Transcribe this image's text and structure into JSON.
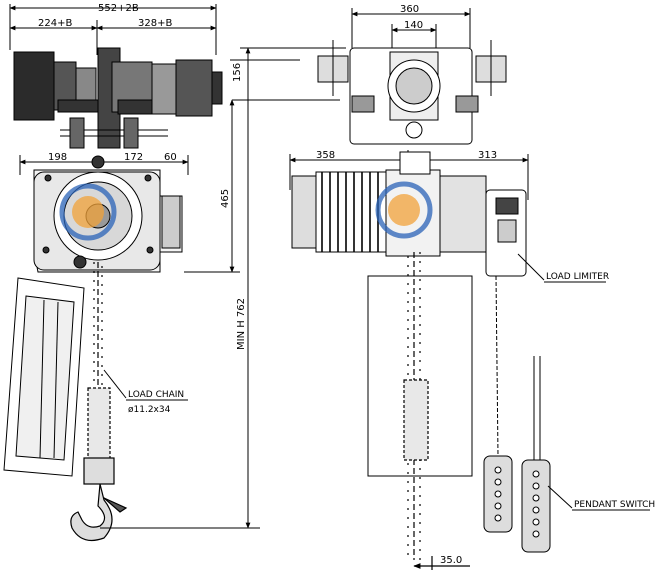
{
  "dimensions": {
    "overall_width": "552+2B",
    "left_width": "224+B",
    "right_width": "328+B",
    "trolley_height": "156",
    "body_height": "465",
    "min_height": "MIN H 762",
    "wheel_offset": "198",
    "offset_172": "172",
    "offset_60": "60",
    "front_width": "360",
    "inner_width": "140",
    "front_left": "358",
    "front_right": "313",
    "chain_offset": "35.0"
  },
  "labels": {
    "load_chain": "LOAD CHAIN",
    "chain_size": "ø11.2x34",
    "load_limiter": "LOAD LIMITER",
    "pendant_switch": "PENDANT SWITCH"
  },
  "colors": {
    "line": "#000000",
    "fill_dark": "#222222",
    "fill_mid": "#777777",
    "fill_light": "#dddddd",
    "watermark_blue": "#2a63b8",
    "watermark_gold": "#f2a33a"
  },
  "icons": [
    "hook-icon",
    "pendant-switch-icon",
    "watermark-logo"
  ]
}
